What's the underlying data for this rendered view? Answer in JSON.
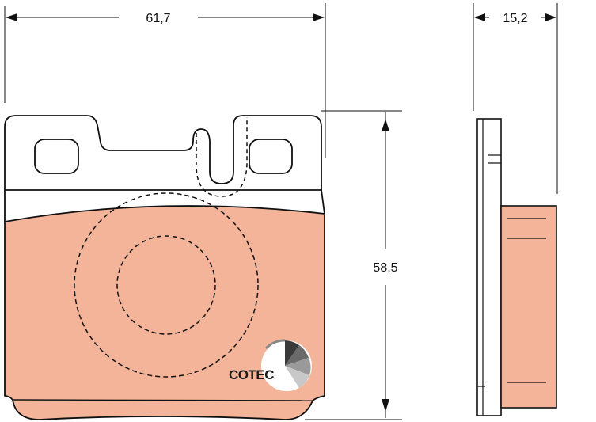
{
  "dimensions": {
    "width": "61,7",
    "height": "58,5",
    "thickness": "15,2"
  },
  "logo": {
    "text": "COTEC"
  },
  "colors": {
    "friction_material": "#f4b49a",
    "outline": "#111111",
    "background": "#ffffff"
  }
}
